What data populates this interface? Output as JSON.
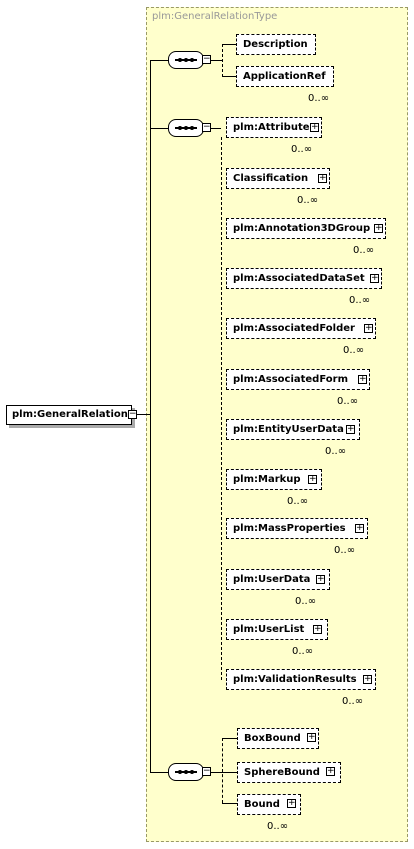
{
  "type_title": "plm:GeneralRelationType",
  "root": "plm:GeneralRelation",
  "group1": [
    {
      "label": "Description",
      "mult": ""
    },
    {
      "label": "ApplicationRef",
      "mult": "0..∞"
    }
  ],
  "group2": [
    {
      "label": "plm:Attribute",
      "mult": "0..∞"
    },
    {
      "label": "Classification",
      "mult": "0..∞"
    },
    {
      "label": "plm:Annotation3DGroup",
      "mult": "0..∞"
    },
    {
      "label": "plm:AssociatedDataSet",
      "mult": "0..∞"
    },
    {
      "label": "plm:AssociatedFolder",
      "mult": "0..∞"
    },
    {
      "label": "plm:AssociatedForm",
      "mult": "0..∞"
    },
    {
      "label": "plm:EntityUserData",
      "mult": "0..∞"
    },
    {
      "label": "plm:Markup",
      "mult": "0..∞"
    },
    {
      "label": "plm:MassProperties",
      "mult": "0..∞"
    },
    {
      "label": "plm:UserData",
      "mult": "0..∞"
    },
    {
      "label": "plm:UserList",
      "mult": "0..∞"
    },
    {
      "label": "plm:ValidationResults",
      "mult": "0..∞"
    }
  ],
  "group3": [
    {
      "label": "BoxBound",
      "mult": ""
    },
    {
      "label": "SphereBound",
      "mult": ""
    },
    {
      "label": "Bound",
      "mult": "0..∞"
    }
  ],
  "symbols": {
    "plus": "+",
    "minus": "−"
  }
}
